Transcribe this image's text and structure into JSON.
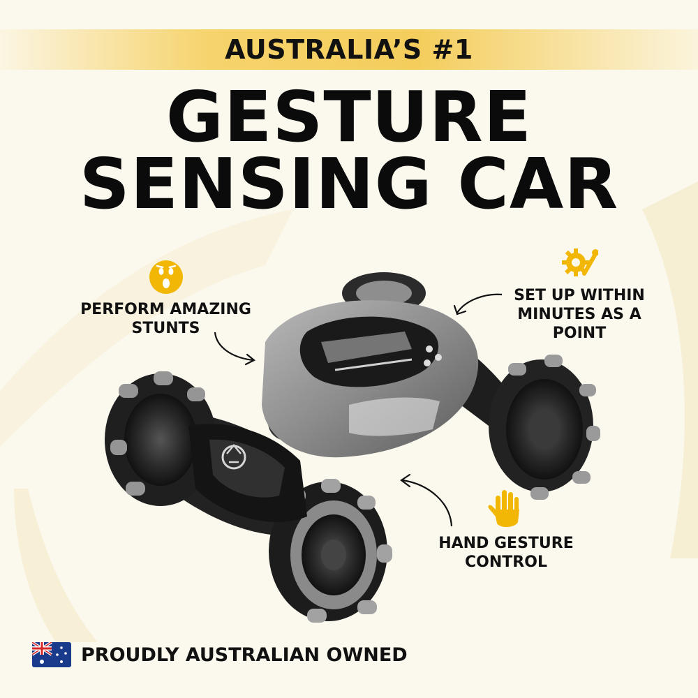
{
  "banner": {
    "text": "AUSTRALIA’S #1"
  },
  "title": {
    "line1": "GESTURE",
    "line2": "SENSING CAR"
  },
  "callouts": {
    "stunts": {
      "line1": "PERFORM AMAZING",
      "line2": "STUNTS",
      "icon": "shocked-face-icon"
    },
    "setup": {
      "line1": "SET UP WITHIN",
      "line2": "MINUTES AS A POINT",
      "icon": "gear-wrench-icon"
    },
    "gesture": {
      "line1": "HAND GESTURE",
      "line2": "CONTROL",
      "icon": "hand-icon"
    }
  },
  "footer": {
    "text": "PROUDLY AUSTRALIAN OWNED",
    "icon": "australian-flag-icon"
  },
  "colors": {
    "accent": "#f2b705",
    "banner": "#f4cd5c",
    "text": "#111111",
    "background": "#fbf8ee"
  }
}
